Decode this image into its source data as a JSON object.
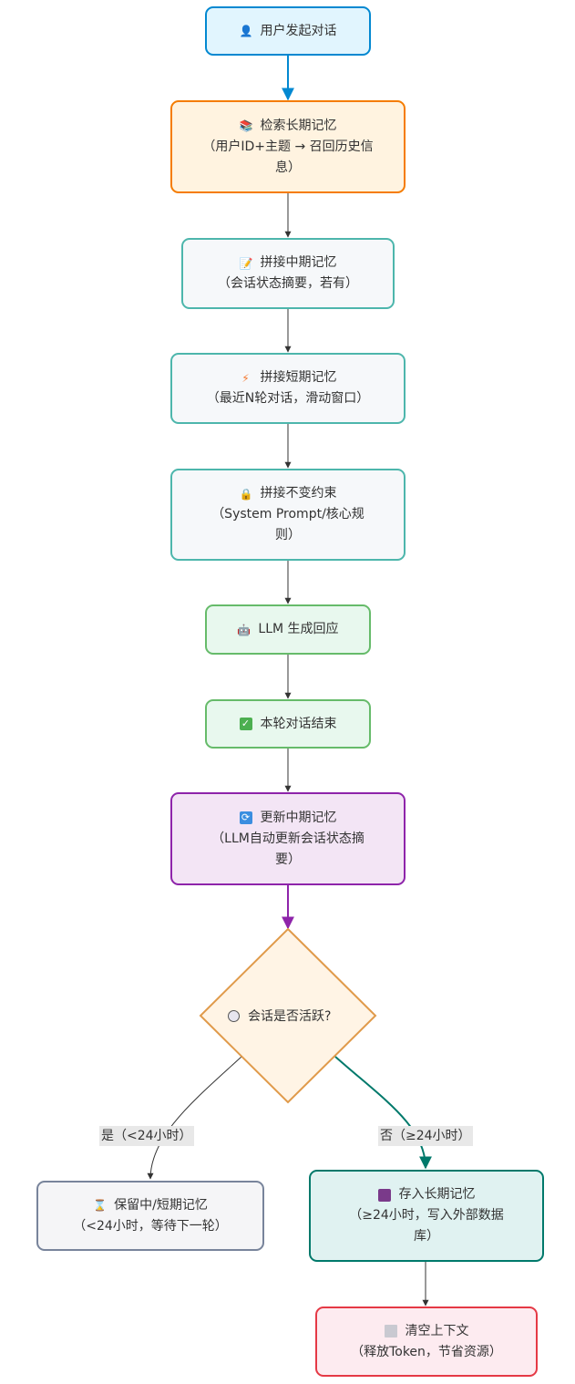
{
  "diagram": {
    "type": "flowchart",
    "nodes": {
      "start": {
        "icon": "user-icon",
        "title": "用户发起对话",
        "sub": ""
      },
      "retrieve_long": {
        "icon": "books-icon",
        "title": "检索长期记忆",
        "sub": "（用户ID+主题 → 召回历史信息）"
      },
      "concat_mid": {
        "icon": "memo-icon",
        "title": "拼接中期记忆",
        "sub": "（会话状态摘要，若有）"
      },
      "concat_short": {
        "icon": "lightning-icon",
        "title": "拼接短期记忆",
        "sub": "（最近N轮对话，滑动窗口）"
      },
      "concat_rules": {
        "icon": "lock-icon",
        "title": "拼接不变约束",
        "sub": "（System Prompt/核心规则）"
      },
      "llm": {
        "icon": "robot-icon",
        "title": "LLM 生成回应",
        "sub": ""
      },
      "end_round": {
        "icon": "check-icon",
        "title": "本轮对话结束",
        "sub": ""
      },
      "update_mid": {
        "icon": "refresh-icon",
        "title": "更新中期记忆",
        "sub": "（LLM自动更新会话状态摘要）"
      },
      "decision": {
        "icon": "clock-icon",
        "title": "会话是否活跃?"
      },
      "keep": {
        "icon": "hourglass-icon",
        "title": "保留中/短期记忆",
        "sub": "（<24小时，等待下一轮）"
      },
      "store_long": {
        "icon": "floppy-icon",
        "title": "存入长期记忆",
        "sub": "（≥24小时，写入外部数据库）"
      },
      "clear": {
        "icon": "wastebasket-icon",
        "title": "清空上下文",
        "sub": "（释放Token，节省资源）"
      }
    },
    "edges": {
      "yes_label": "是（<24小时）",
      "no_label": "否（≥24小时）"
    },
    "colors": {
      "start": {
        "fill": "#e1f5fe",
        "stroke": "#0288d1"
      },
      "retrieve_long": {
        "fill": "#fff3e0",
        "stroke": "#f57c00"
      },
      "concat": {
        "fill": "#f6f8fa",
        "stroke": "#4db6ac"
      },
      "green": {
        "fill": "#e8f8ee",
        "stroke": "#66bb6a"
      },
      "update_mid": {
        "fill": "#f3e5f5",
        "stroke": "#8e24aa"
      },
      "decision": {
        "fill": "#fff4e5",
        "stroke": "#e09a4a"
      },
      "keep": {
        "fill": "#f5f5f7",
        "stroke": "#78849b"
      },
      "store_long": {
        "fill": "#e0f2f1",
        "stroke": "#00796b"
      },
      "clear": {
        "fill": "#fdebf0",
        "stroke": "#e53945"
      }
    }
  }
}
